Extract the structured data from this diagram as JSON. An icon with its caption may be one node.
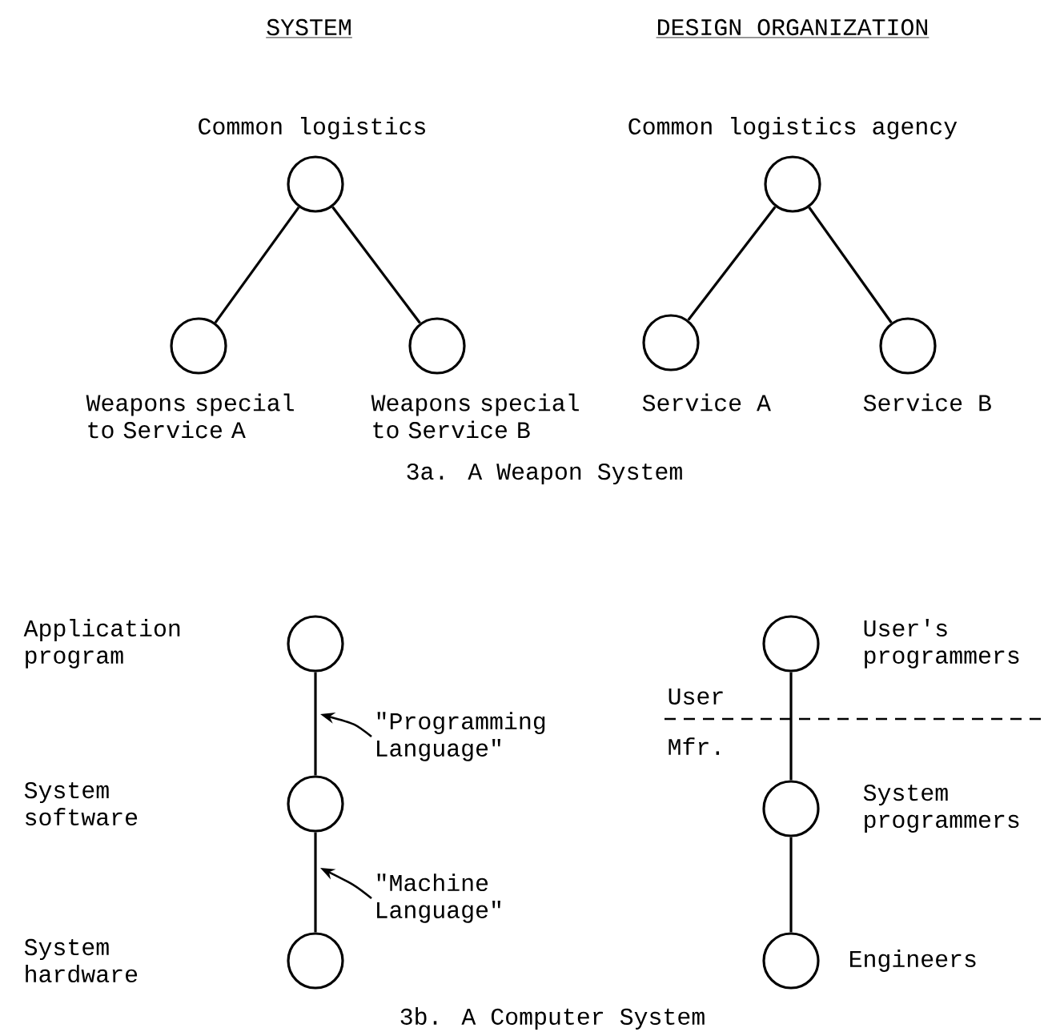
{
  "diagram": {
    "nodes": [
      {
        "text": [],
        "shape": "circle",
        "beside": [
          "Common logistics"
        ]
      },
      {
        "text": [],
        "shape": "circle",
        "beside": [
          "Weapons special to Service A"
        ]
      },
      {
        "text": [],
        "shape": "circle",
        "beside": [
          "Weapons special to Service B"
        ]
      },
      {
        "text": [],
        "shape": "circle",
        "beside": [
          "Common logistics agency"
        ]
      },
      {
        "text": [],
        "shape": "circle",
        "beside": [
          "Service A"
        ]
      },
      {
        "text": [],
        "shape": "circle",
        "beside": [
          "Service B"
        ]
      },
      {
        "text": [],
        "shape": "circle"
      },
      {
        "text": [],
        "shape": "circle"
      },
      {
        "text": [],
        "shape": "circle"
      },
      {
        "text": [],
        "shape": "circle",
        "beside": [
          "User's programmers"
        ]
      },
      {
        "text": [],
        "shape": "circle",
        "beside": [
          "System programmers"
        ]
      },
      {
        "text": [],
        "shape": "circle",
        "beside": [
          "Engineers"
        ]
      },
      {
        "text": [
          "\"Programming Language\""
        ]
      },
      {
        "text": [
          "\"Machine Language\""
        ]
      }
    ],
    "edges": [
      {
        "from": 0,
        "to": 1,
        "arrow": "none"
      },
      {
        "from": 0,
        "to": 2,
        "arrow": "none"
      },
      {
        "from": 3,
        "to": 4,
        "arrow": "none"
      },
      {
        "from": 3,
        "to": 5,
        "arrow": "none"
      },
      {
        "from": 6,
        "to": 7,
        "arrow": "none"
      },
      {
        "from": 7,
        "to": 8,
        "arrow": "none"
      },
      {
        "from": 9,
        "to": 10,
        "arrow": "none"
      },
      {
        "from": 10,
        "to": 11,
        "arrow": "none"
      },
      {
        "from": 12,
        "to": null,
        "arrow": "to"
      },
      {
        "from": 13,
        "to": null,
        "arrow": "to"
      }
    ],
    "labels": [
      "SYSTEM",
      "DESIGN ORGANIZATION",
      "3a. A Weapon System",
      "Application program",
      "User",
      "Mfr.",
      "System software",
      "System hardware",
      "3b. A Computer System"
    ]
  }
}
